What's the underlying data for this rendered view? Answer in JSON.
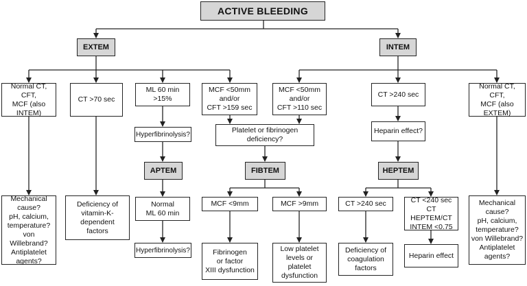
{
  "nodes": {
    "active": "ACTIVE BLEEDING",
    "extem": "EXTEM",
    "intem": "INTEM",
    "normal_left": "Normal CT, CFT,\nMCF (also INTEM)",
    "ct70": "CT >70 sec",
    "ml60_15": "ML 60 min\n>15%",
    "mcf_159": "MCF <50mm\nand/or\nCFT >159 sec",
    "mcf_110": "MCF <50mm\nand/or\nCFT >110 sec",
    "ct240": "CT >240 sec",
    "normal_right": "Normal CT, CFT,\nMCF (also EXTEM)",
    "hyperfib_q1": "Hyperfibrinolysis?",
    "plt_fib_q": "Platelet or fibrinogen\ndeficiency?",
    "heparin_q": "Heparin effect?",
    "aptem": "APTEM",
    "fibtem": "FIBTEM",
    "heptem": "HEPTEM",
    "mech_left": "Mechanical\ncause?\npH, calcium,\ntemperature?\nvon Willebrand?\nAntiplatelet\nagents?",
    "vitk": "Deficiency of\nvitamin-K-dependent\nfactors",
    "normal_ml60": "Normal\nML 60 min",
    "mcf_lt9": "MCF <9mm",
    "mcf_gt9": "MCF >9mm",
    "heptem_ct240": "CT >240 sec",
    "heptem_ct_lt240": "CT <240 sec\nCT HEPTEM/CT\nINTEM <0.75",
    "mech_right": "Mechanical\ncause?\npH, calcium,\ntemperature?\nvon Willebrand?\nAntiplatelet\nagents?",
    "hyperfib_q2": "Hyperfibrinolysis?",
    "fib_xiii": "Fibrinogen\nor factor\nXIII dysfunction",
    "low_plt": "Low platelet\nlevels or platelet\ndysfunction",
    "coag_def": "Deficiency of\ncoagulation\nfactors",
    "heparin_eff": "Heparin effect"
  }
}
